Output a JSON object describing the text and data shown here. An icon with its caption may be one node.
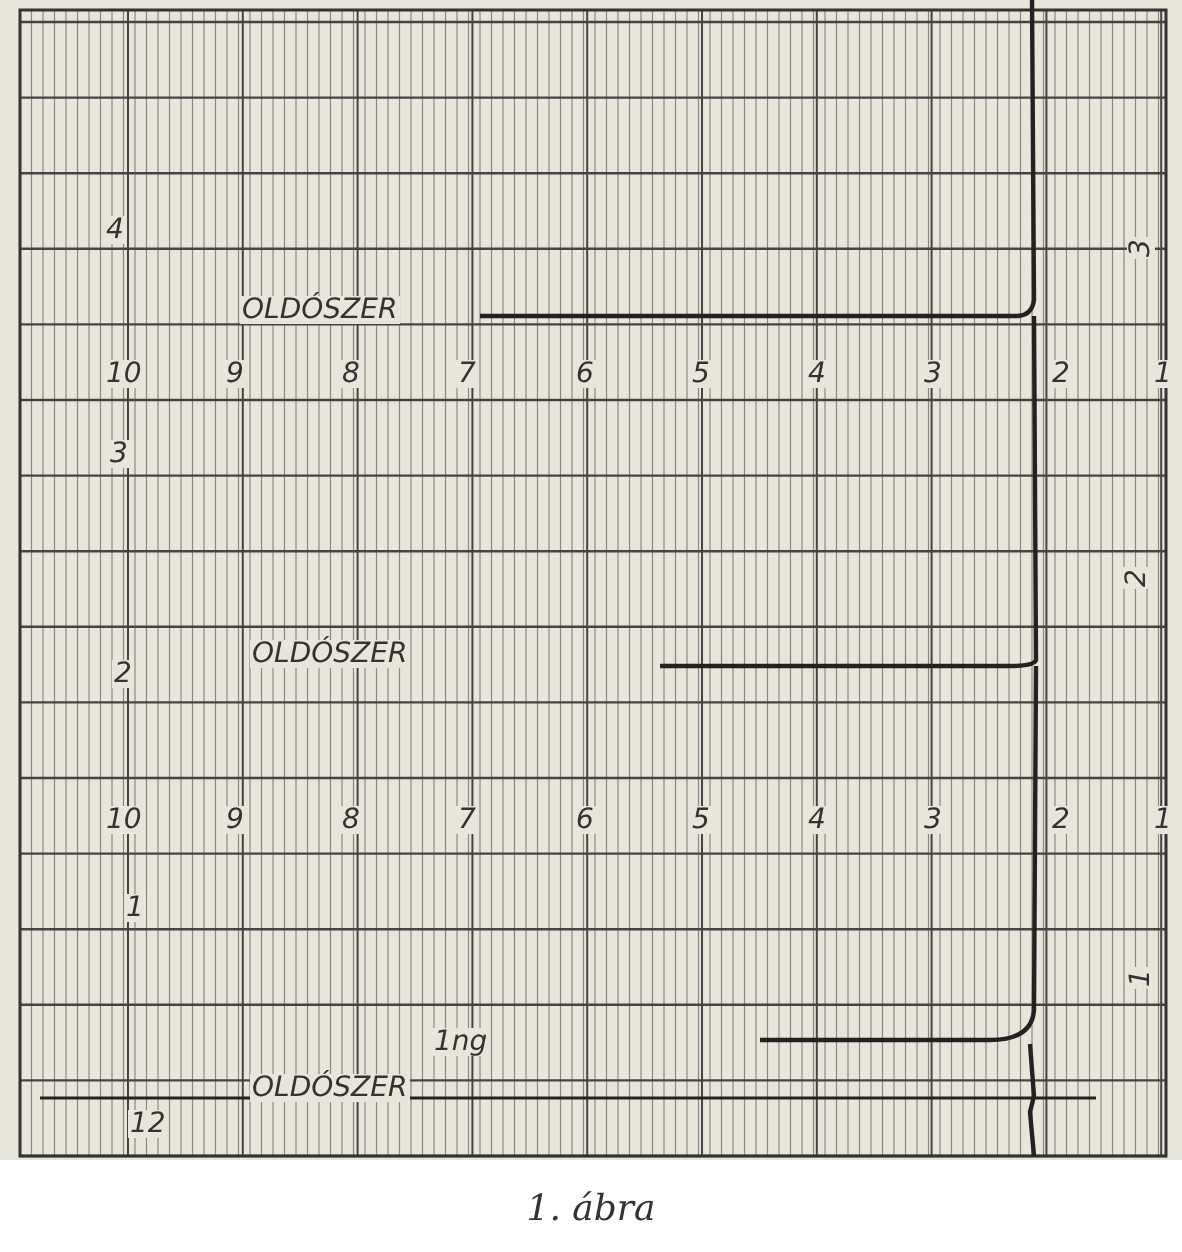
{
  "diagram": {
    "caption": "1. ábra",
    "labels": [
      "4",
      "3",
      "OLDÓSZER",
      "10",
      "9",
      "8",
      "7",
      "6",
      "5",
      "4",
      "3",
      "2",
      "1",
      "3",
      "2",
      "OLDÓSZER",
      "2",
      "10",
      "9",
      "8",
      "7",
      "6",
      "5",
      "4",
      "3",
      "2",
      "1",
      "1",
      "1",
      "1ng",
      "OLDÓSZER",
      "12"
    ]
  }
}
